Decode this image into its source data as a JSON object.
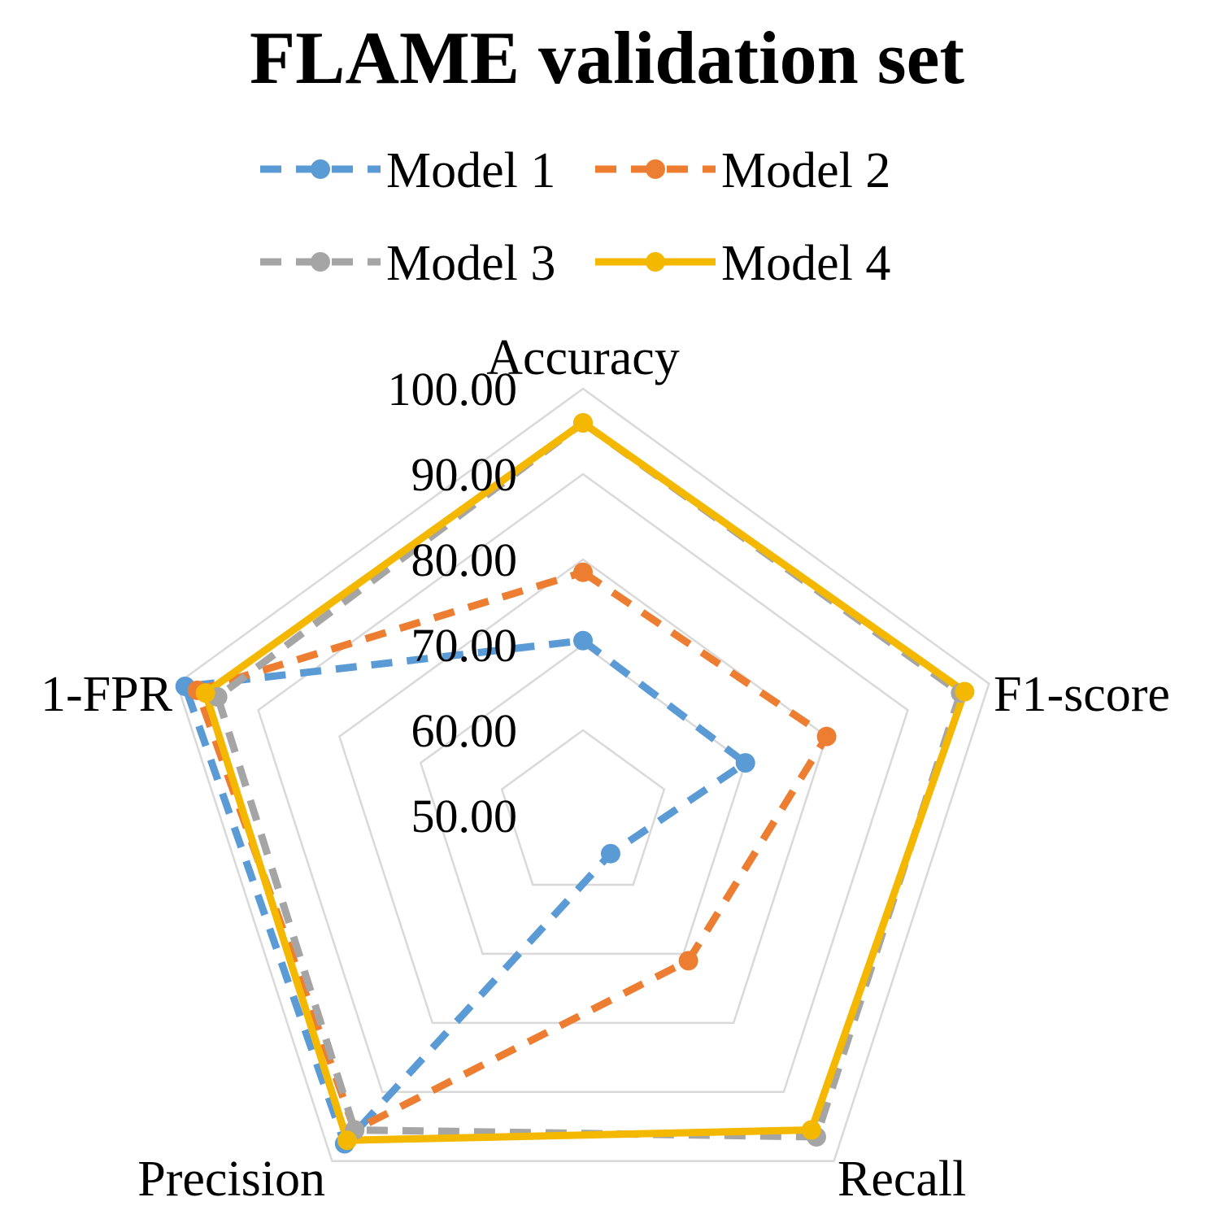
{
  "chart_data": {
    "type": "radar",
    "title": "FLAME validation set",
    "axes": [
      "Accuracy",
      "F1-score",
      "Recall",
      "Precision",
      "1-FPR"
    ],
    "rlim": [
      50,
      100
    ],
    "ticks": [
      "50.00",
      "60.00",
      "70.00",
      "80.00",
      "90.00",
      "100.00"
    ],
    "grid": true,
    "legend_position": "top",
    "series": [
      {
        "name": "Model 1",
        "values": [
          70.5,
          70.0,
          55.5,
          97.5,
          99.0
        ],
        "color": "#5B9BD5",
        "style": "dashed"
      },
      {
        "name": "Model 2",
        "values": [
          78.5,
          80.0,
          71.0,
          95.5,
          97.5
        ],
        "color": "#ED7D31",
        "style": "dashed"
      },
      {
        "name": "Model 3",
        "values": [
          96.0,
          96.5,
          96.5,
          95.5,
          95.0
        ],
        "color": "#A5A5A5",
        "style": "dashed"
      },
      {
        "name": "Model 4",
        "values": [
          96.0,
          97.0,
          95.5,
          97.0,
          96.5
        ],
        "color": "#F5B800",
        "style": "solid"
      }
    ]
  }
}
